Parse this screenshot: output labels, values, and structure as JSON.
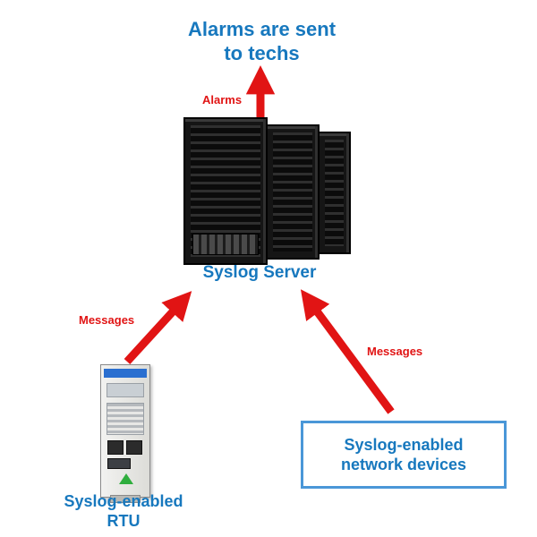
{
  "diagram": {
    "top_caption": "Alarms are sent\nto techs",
    "alarms_label": "Alarms",
    "server_label": "Syslog Server",
    "messages_left_label": "Messages",
    "messages_right_label": "Messages",
    "rtu_label": "Syslog-enabled\nRTU",
    "devices_box_label": "Syslog-enabled\nnetwork devices"
  },
  "images": {
    "server_rack": "three-black-server-rack-cabinets",
    "rtu_device": "industrial-rtu-controller-module"
  },
  "colors": {
    "blue_text": "#1778be",
    "red_arrow": "#e11414",
    "box_border": "#4a97d8"
  }
}
